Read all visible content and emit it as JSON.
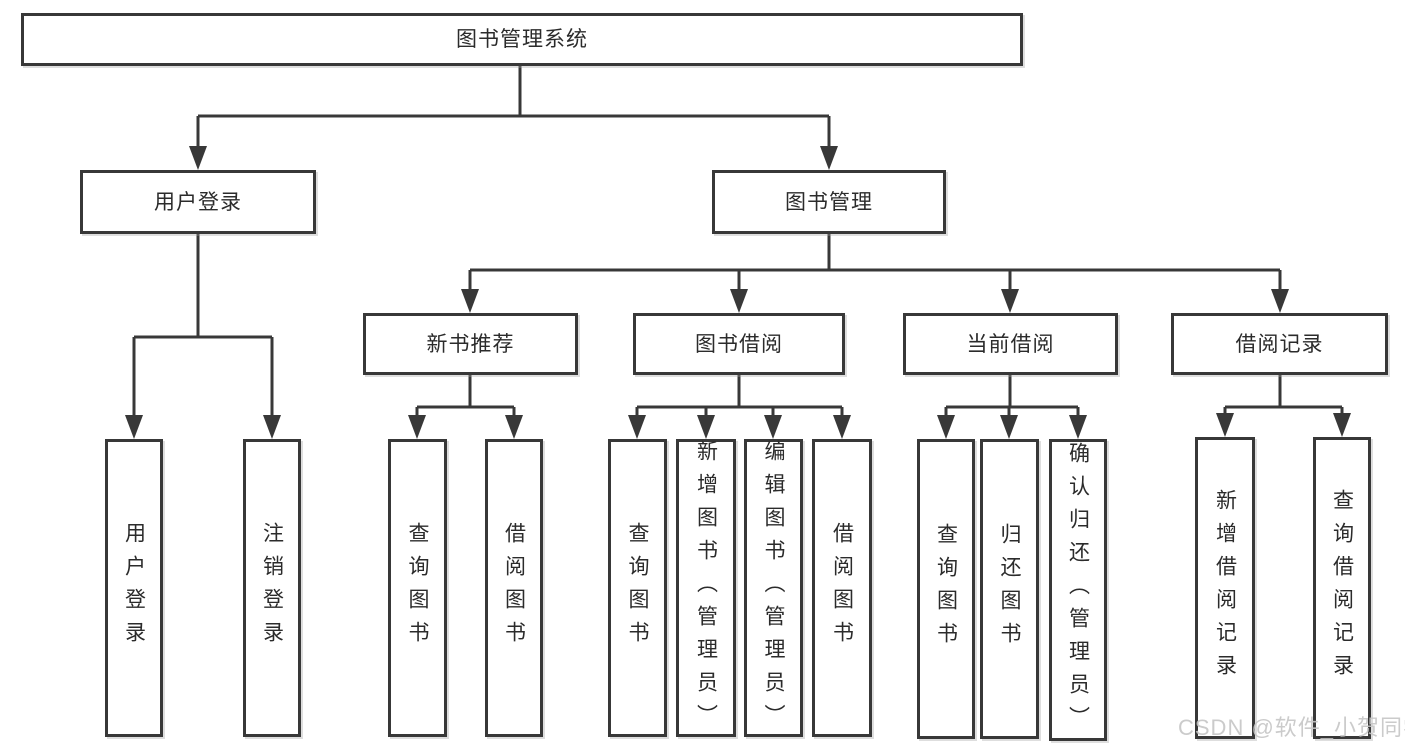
{
  "colors": {
    "line": "#383838",
    "text": "#2b2b2b",
    "watermark": "#c6c6c6",
    "background": "#ffffff"
  },
  "tree": {
    "root": {
      "label": "图书管理系统"
    },
    "branches": [
      {
        "label": "用户登录",
        "leaves": [
          "用户登录",
          "注销登录"
        ]
      },
      {
        "label": "图书管理",
        "children": [
          {
            "label": "新书推荐",
            "leaves": [
              "查询图书",
              "借阅图书"
            ]
          },
          {
            "label": "图书借阅",
            "leaves": [
              "查询图书",
              "新增图书（管理员）",
              "编辑图书（管理员）",
              "借阅图书"
            ]
          },
          {
            "label": "当前借阅",
            "leaves": [
              "查询图书",
              "归还图书",
              "确认归还（管理员）"
            ]
          },
          {
            "label": "借阅记录",
            "leaves": [
              "新增借阅记录",
              "查询借阅记录"
            ]
          }
        ]
      }
    ]
  },
  "watermark": "CSDN @软件_小贺同学"
}
